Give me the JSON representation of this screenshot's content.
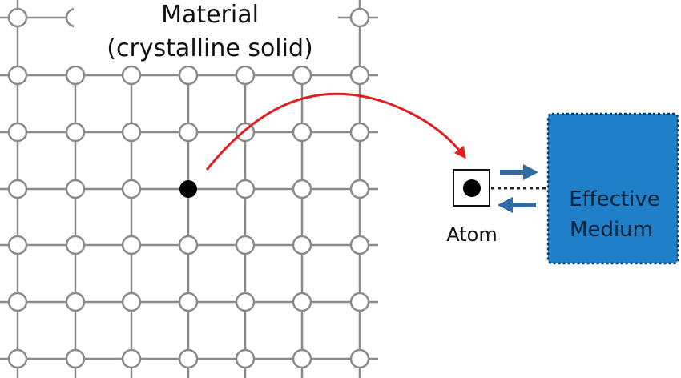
{
  "material": {
    "title_line1": "Material",
    "title_line2": "(crystalline solid)"
  },
  "atom": {
    "label": "Atom"
  },
  "medium": {
    "label_line1": "Effective",
    "label_line2": "Medium"
  },
  "colors": {
    "lattice_line": "#8a8a8a",
    "lattice_node_fill": "#ffffff",
    "atom_fill": "#000000",
    "curve_arrow": "#e02020",
    "exchange_arrows": "#2f6aa3",
    "medium_fill": "#1f7fc9",
    "medium_border": "#0d3b66"
  }
}
